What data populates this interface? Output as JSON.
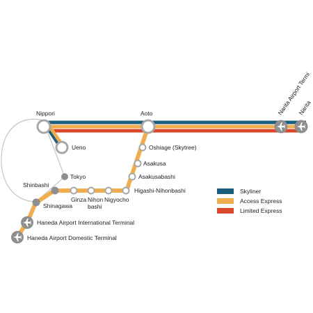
{
  "stations": {
    "nippori": "Nippori",
    "aoto": "Aoto",
    "ueno": "Ueno",
    "oshiage": "Oshiage (Skytree)",
    "asakusa": "Asakusa",
    "asakusabashi": "Asakusabashi",
    "tokyo": "Tokyo",
    "shinbashi": "Shinbashi",
    "ginza": "Ginza",
    "nihonbashi_line1": "Nihon",
    "nihonbashi_line2": "bashi",
    "ningyocho": "Nigyocho",
    "higashi_nihonbashi": "Higashi-Nihonbashi",
    "shinagawa": "Shinagawa",
    "haneda_intl": "Haneda Airport International Terminal",
    "haneda_domestic": "Haneda Airport Domestic Terminal",
    "narita_t2": "Narita Airport Termi",
    "narita_t1": "Narita"
  },
  "legend": [
    {
      "label": "Skyliner",
      "color": "#1b5f7e"
    },
    {
      "label": "Access Express",
      "color": "#f0ad4e"
    },
    {
      "label": "Limited Express",
      "color": "#d9472b"
    }
  ],
  "colors": {
    "loop": "#c4c4c4",
    "station_fill": "#ffffff",
    "station_stroke": "#a7a7a7",
    "jr_station": "#8f8f8f",
    "airport_icon_bg": "#8f8f8f",
    "plane": "#ffffff"
  },
  "icons": {
    "airport": "airplane-icon"
  }
}
